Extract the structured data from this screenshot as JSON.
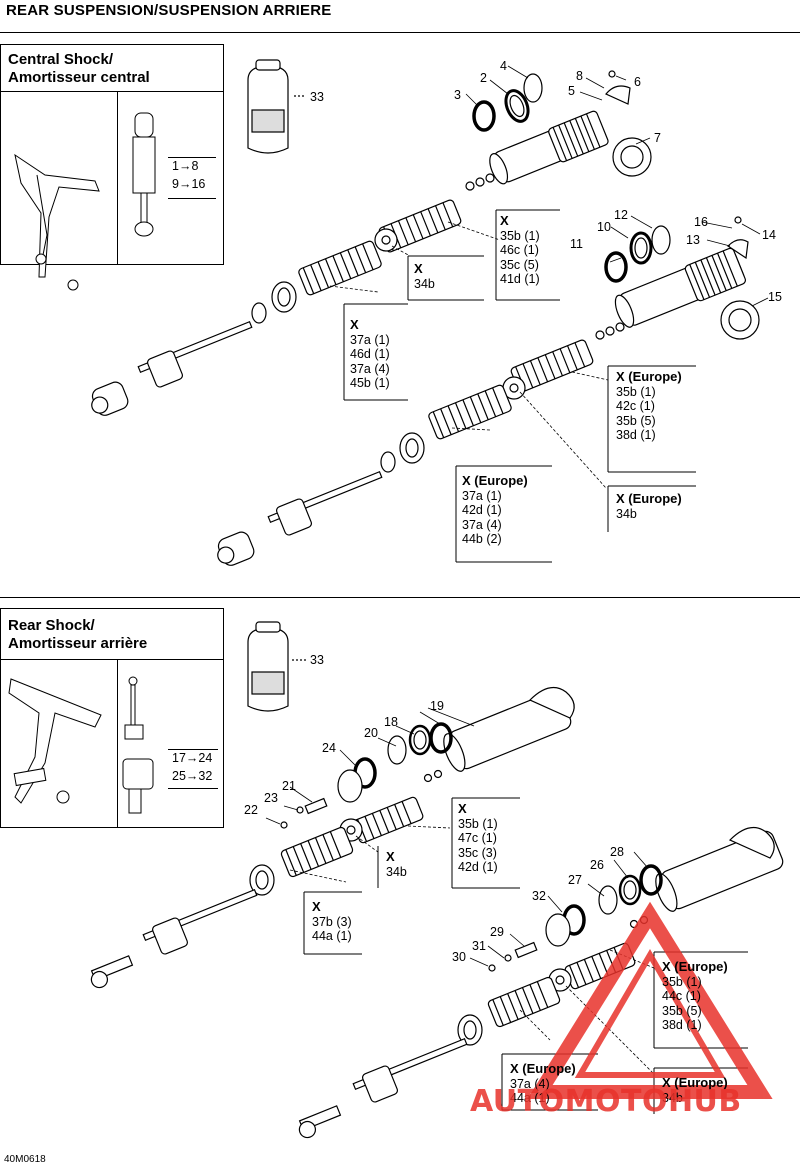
{
  "page_title": "REAR SUSPENSION/SUSPENSION ARRIERE",
  "figure_code": "40M0618",
  "central": {
    "inset_title": [
      "Central Shock/",
      "Amortisseur central"
    ],
    "ranges": [
      "1→8",
      "9→16"
    ],
    "callouts": [
      "2",
      "3",
      "4",
      "5",
      "6",
      "7",
      "8",
      "10",
      "11",
      "12",
      "13",
      "14",
      "15",
      "16",
      "33"
    ],
    "kit_standard_spring": {
      "title": "X",
      "lines": [
        "35b (1)",
        "46c (1)",
        "35c (5)",
        "41d (1)"
      ]
    },
    "kit_standard_piston": {
      "title": "X",
      "lines": [
        "34b"
      ]
    },
    "kit_standard_main": {
      "title": "X",
      "lines": [
        "37a (1)",
        "46d (1)",
        "37a (4)",
        "45b (1)"
      ]
    },
    "kit_europe_spring": {
      "title": "X (Europe)",
      "lines": [
        "35b (1)",
        "42c (1)",
        "35b (5)",
        "38d (1)"
      ]
    },
    "kit_europe_piston": {
      "title": "X (Europe)",
      "lines": [
        "34b"
      ]
    },
    "kit_europe_main": {
      "title": "X (Europe)",
      "lines": [
        "37a (1)",
        "42d (1)",
        "37a (4)",
        "44b (2)"
      ]
    }
  },
  "rear": {
    "inset_title": [
      "Rear Shock/",
      "Amortisseur arrière"
    ],
    "ranges": [
      "17→24",
      "25→32"
    ],
    "callouts": [
      "18",
      "19",
      "20",
      "21",
      "22",
      "23",
      "24",
      "26",
      "27",
      "28",
      "29",
      "30",
      "31",
      "32",
      "33"
    ],
    "kit_standard_spring": {
      "title": "X",
      "lines": [
        "35b (1)",
        "47c (1)",
        "35c (3)",
        "42d (1)"
      ]
    },
    "kit_standard_piston": {
      "title": "X",
      "lines": [
        "34b"
      ]
    },
    "kit_standard_main": {
      "title": "X",
      "lines": [
        "37b (3)",
        "44a (1)"
      ]
    },
    "kit_europe_spring": {
      "title": "X (Europe)",
      "lines": [
        "35b (1)",
        "44c (1)",
        "35b (5)",
        "38d (1)"
      ]
    },
    "kit_europe_piston": {
      "title": "X (Europe)",
      "lines": [
        "34b"
      ]
    },
    "kit_europe_main": {
      "title": "X (Europe)",
      "lines": [
        "37a (4)",
        "44a (1)"
      ]
    }
  },
  "watermark": {
    "text": "AUTOMOTOHUB",
    "color": "#e8322b"
  }
}
